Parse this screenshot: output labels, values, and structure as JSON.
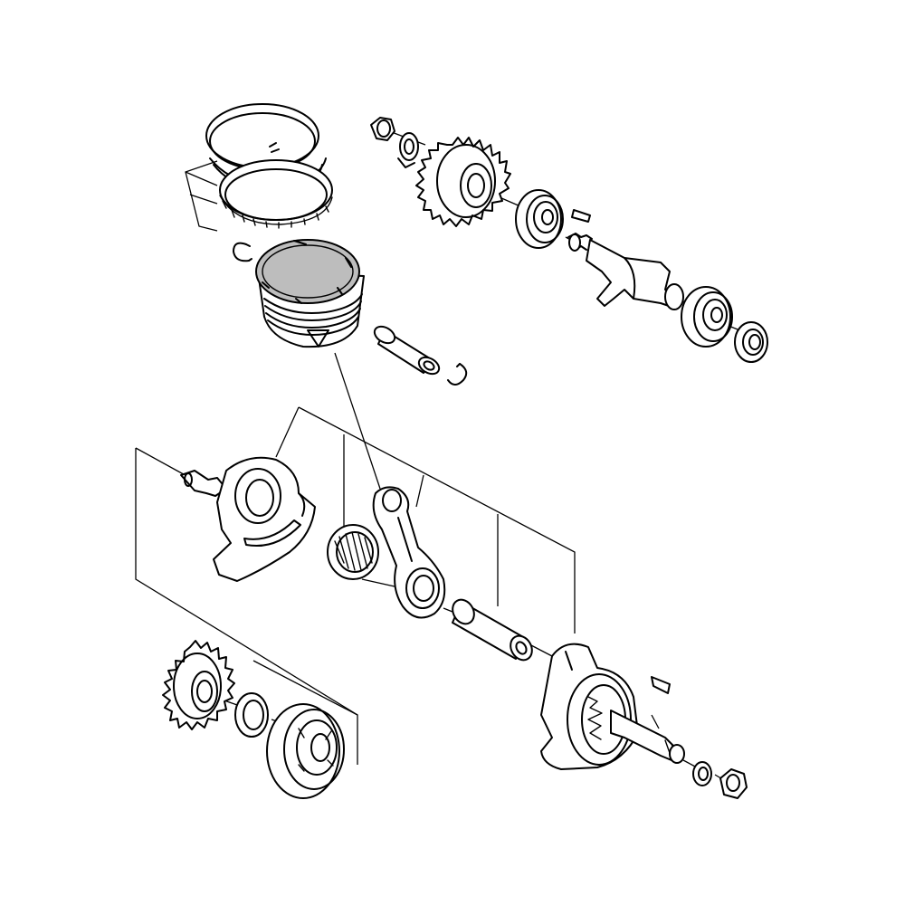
{
  "diagram": {
    "colors": {
      "line": "#000000",
      "background": "#ffffff",
      "piston_crown": "#bdbdbd",
      "shade": "#8c8c8c"
    },
    "parts": [
      "piston-ring-set",
      "circlip-upper",
      "piston",
      "piston-pin",
      "circlip-lower",
      "balancer-nut",
      "balancer-lock-washer",
      "balancer-driven-gear",
      "balancer-bearing-upper",
      "woodruff-key-balancer",
      "balancer-shaft",
      "balancer-bearing-lower",
      "balancer-oil-seal",
      "crank-web-left",
      "connecting-rod",
      "big-end-needle-bearing",
      "crank-pin",
      "crank-web-right-assembly",
      "woodruff-key-crank",
      "crank-washer",
      "crank-nut",
      "balancer-drive-gear",
      "crank-spacer",
      "crank-bearing"
    ]
  }
}
